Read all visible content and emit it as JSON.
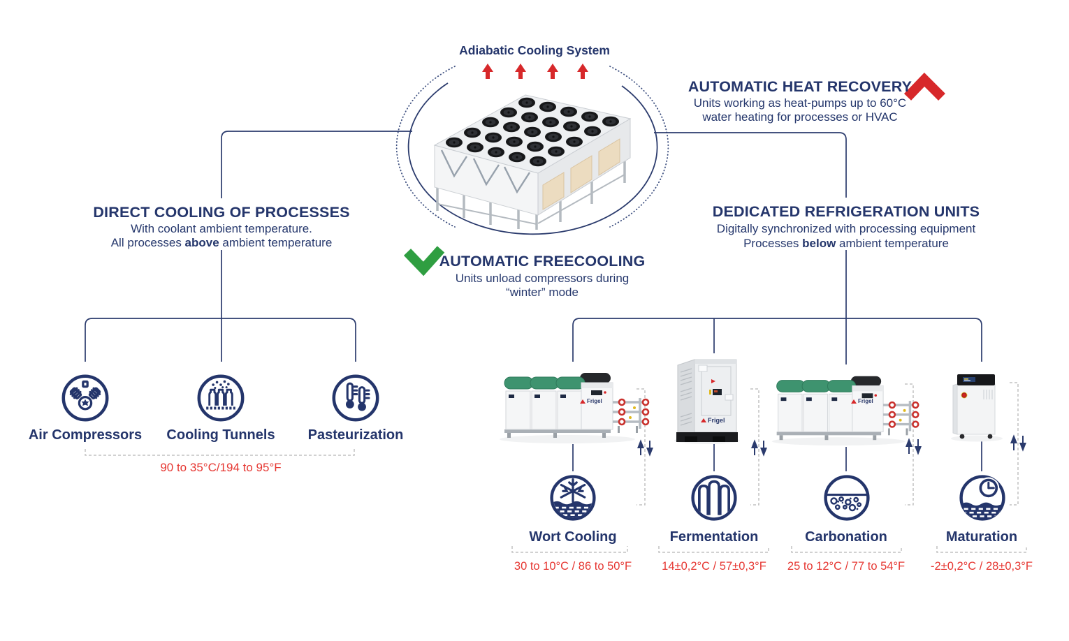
{
  "brand": "Frigel",
  "colors": {
    "navy_text": "#24356B",
    "line_navy": "#2B3B6D",
    "red": "#D7282A",
    "red_text": "#E63732",
    "green": "#2F9E41",
    "dash_gray": "#C2C2C2"
  },
  "adiabatic": {
    "title": "Adiabatic Cooling System"
  },
  "heat_recovery": {
    "title": "AUTOMATIC HEAT RECOVERY",
    "line1": "Units working as heat-pumps up to 60°C",
    "line2": "water heating for processes or HVAC"
  },
  "freecooling": {
    "title": "AUTOMATIC FREECOOLING",
    "line1": "Units unload compressors during",
    "line2": "“winter” mode"
  },
  "direct_cooling": {
    "title": "DIRECT COOLING OF PROCESSES",
    "line1": "With coolant ambient temperature.",
    "line2_pre": "All processes ",
    "line2_bold": "above",
    "line2_post": " ambient temperature",
    "range": "90 to 35°C/194 to 95°F",
    "processes": [
      {
        "label": "Air Compressors",
        "icon": "air-compressors-icon"
      },
      {
        "label": "Cooling Tunnels",
        "icon": "cooling-tunnels-icon"
      },
      {
        "label": "Pasteurization",
        "icon": "pasteurization-icon"
      }
    ]
  },
  "dedicated": {
    "title": "DEDICATED REFRIGERATION UNITS",
    "line1": "Digitally synchronized with processing equipment",
    "line2_pre": "Processes ",
    "line2_bold": "below",
    "line2_post": " ambient temperature",
    "processes": [
      {
        "label": "Wort Cooling",
        "range": "30 to 10°C / 86 to 50°F",
        "icon": "wort-cooling-icon",
        "equipment": "multi-module-chiller"
      },
      {
        "label": "Fermentation",
        "range": "14±0,2°C / 57±0,3°F",
        "icon": "fermentation-icon",
        "equipment": "containerized-chiller"
      },
      {
        "label": "Carbonation",
        "range": "25 to 12°C / 77 to 54°F",
        "icon": "carbonation-icon",
        "equipment": "multi-module-chiller"
      },
      {
        "label": "Maturation",
        "range": "-2±0,2°C / 28±0,3°F",
        "icon": "maturation-icon",
        "equipment": "compact-chiller"
      }
    ]
  }
}
